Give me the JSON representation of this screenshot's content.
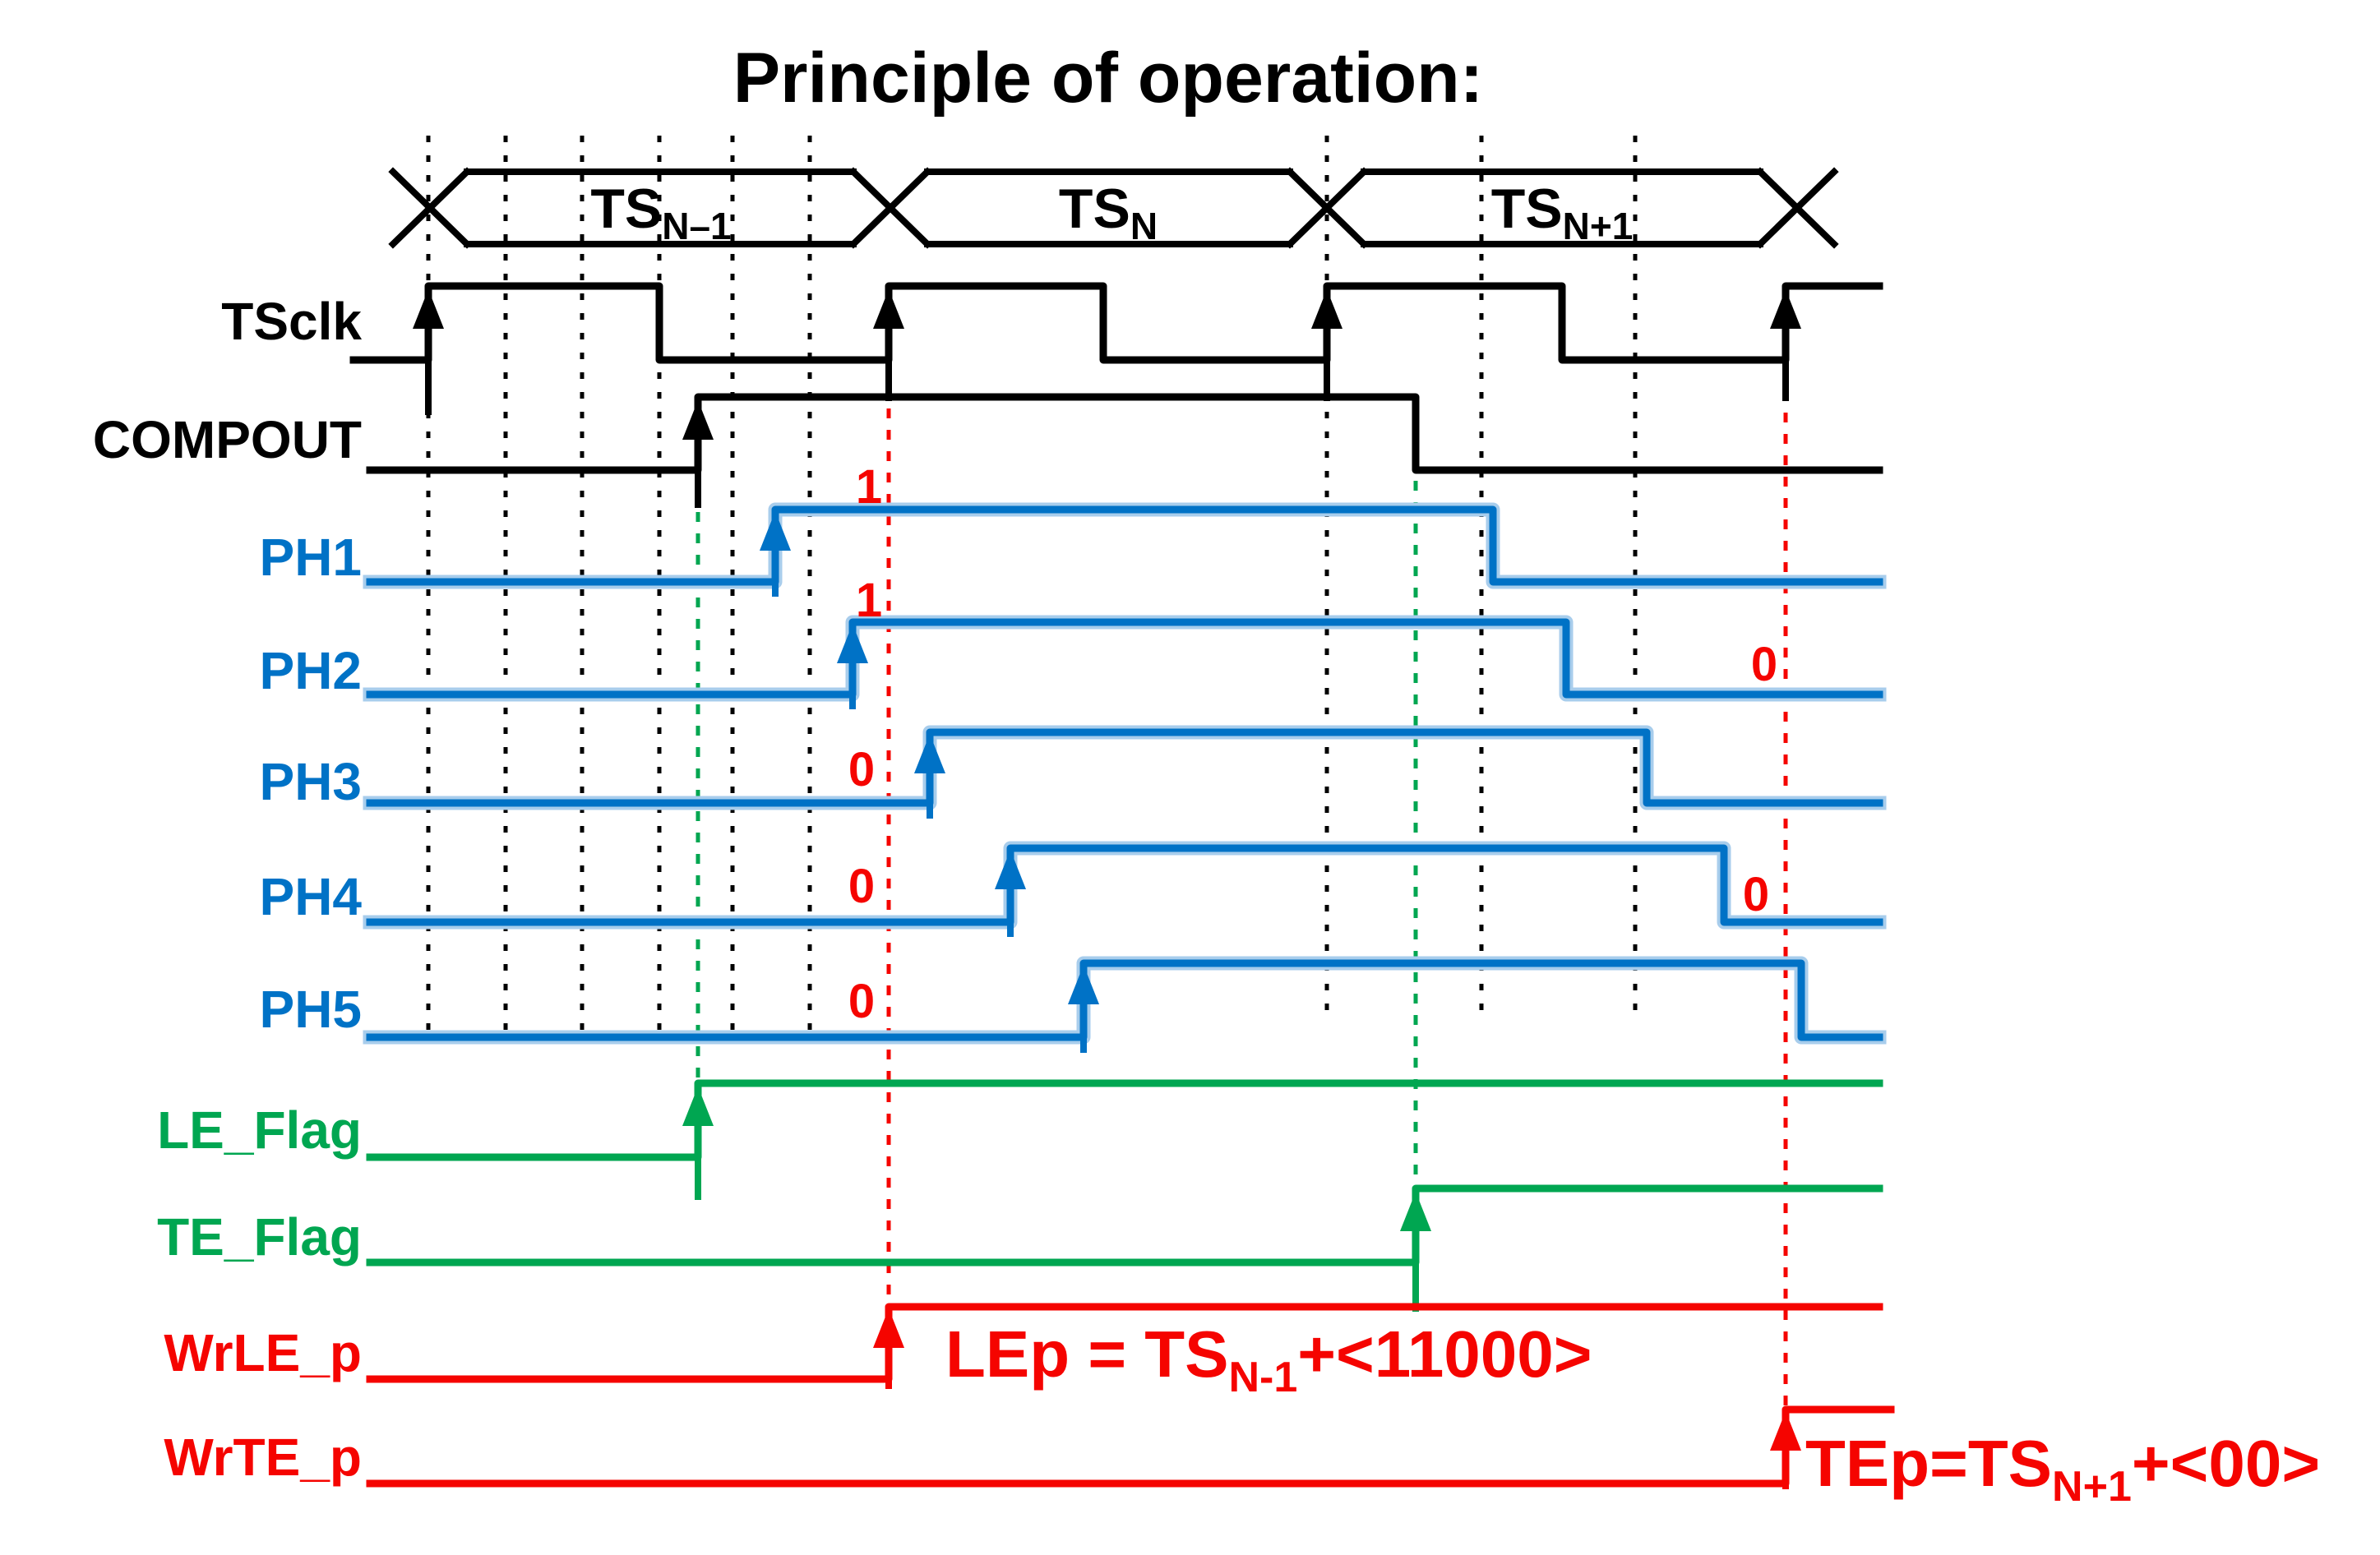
{
  "title": "Principle of operation:",
  "colors": {
    "signal_black": "#000000",
    "signal_blue": "#0072C6",
    "signal_green": "#00A651",
    "signal_red": "#F50400"
  },
  "bus": {
    "segments": [
      {
        "name": "TS",
        "sub": "N–1"
      },
      {
        "name": "TS",
        "sub": "N"
      },
      {
        "name": "TS",
        "sub": "N+1"
      }
    ]
  },
  "signals": [
    {
      "label": "TSclk",
      "color": "#000000"
    },
    {
      "label": "COMPOUT",
      "color": "#000000"
    },
    {
      "label": "PH1",
      "color": "#0072C6"
    },
    {
      "label": "PH2",
      "color": "#0072C6"
    },
    {
      "label": "PH3",
      "color": "#0072C6"
    },
    {
      "label": "PH4",
      "color": "#0072C6"
    },
    {
      "label": "PH5",
      "color": "#0072C6"
    },
    {
      "label": "LE_Flag",
      "color": "#00A651"
    },
    {
      "label": "TE_Flag",
      "color": "#00A651"
    },
    {
      "label": "WrLE_p",
      "color": "#F50400"
    },
    {
      "label": "WrTE_p",
      "color": "#F50400"
    }
  ],
  "bits": {
    "ph1_latch": "1",
    "ph2_latch": "1",
    "ph3_latch": "0",
    "ph4_latch": "0",
    "ph5_latch": "0",
    "ph2_te": "0",
    "ph4_te": "0"
  },
  "annotations": {
    "lep_prefix": "LEp = TS",
    "lep_sub": "N-1",
    "lep_suffix": "+<11000>",
    "tep_word": "TEp",
    "tep_mid": "=TS",
    "tep_sub": "N+1",
    "tep_suffix": "+<00>"
  }
}
